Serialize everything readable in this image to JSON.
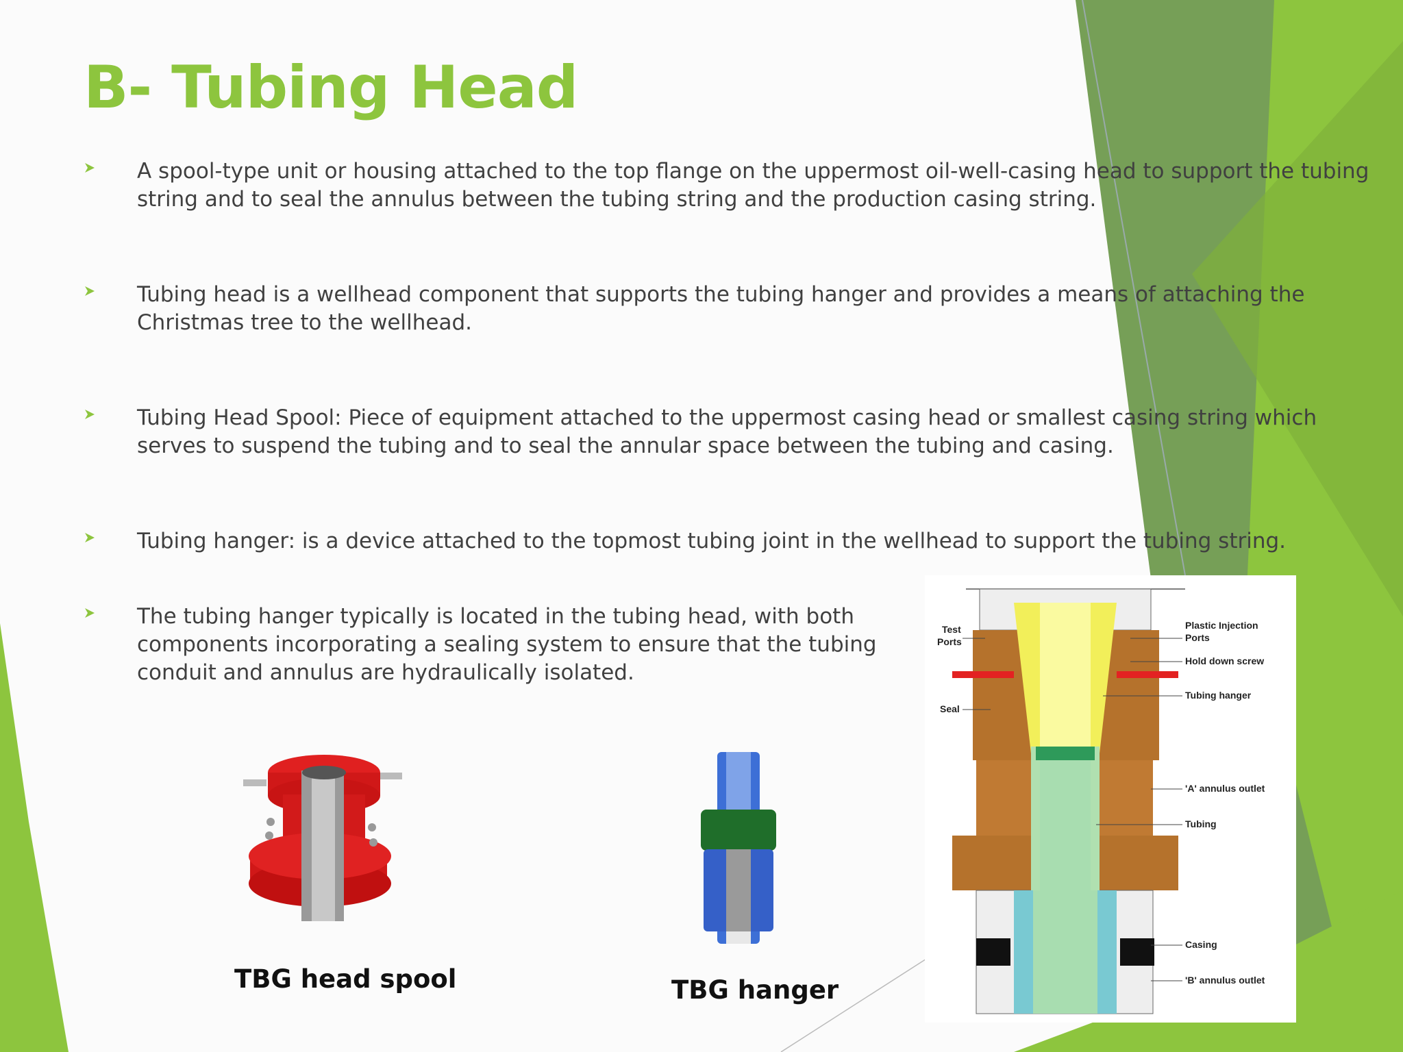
{
  "slide": {
    "title": "B- Tubing Head",
    "bullets": [
      {
        "text": "A spool-type unit or housing attached to the top flange on the uppermost oil-well-casing head to support the tubing string and to seal the annulus between the tubing string and the production casing string."
      },
      {
        "text": "Tubing head is a wellhead component that supports the tubing hanger and provides a means of attaching the Christmas tree to the wellhead."
      },
      {
        "text": "Tubing Head Spool: Piece of equipment attached to the uppermost casing head or smallest casing string which serves to suspend the tubing and to seal the annular space between the tubing and casing."
      },
      {
        "text": "Tubing hanger: is a device attached to the topmost tubing joint in the wellhead to support the tubing string."
      },
      {
        "text": "The tubing hanger typically is located in the tubing head, with both components incorporating a sealing system to ensure that the tubing conduit and annulus are hydraulically isolated."
      }
    ],
    "captions": {
      "spool": "TBG head spool",
      "hanger": "TBG hanger"
    },
    "diagram_labels": {
      "test_ports": "Test Ports",
      "seal": "Seal",
      "plastic_injection": "Plastic Injection Ports",
      "hold_down_screw": "Hold down screw",
      "tubing_hanger": "Tubing hanger",
      "a_annulus": "'A' annulus outlet",
      "tubing": "Tubing",
      "casing": "Casing",
      "b_annulus": "'B' annulus outlet"
    }
  },
  "colors": {
    "title": "#8dc53e",
    "accent_light": "#8dc53e",
    "accent_dark": "#6f9a4e",
    "body_text": "#404040"
  }
}
